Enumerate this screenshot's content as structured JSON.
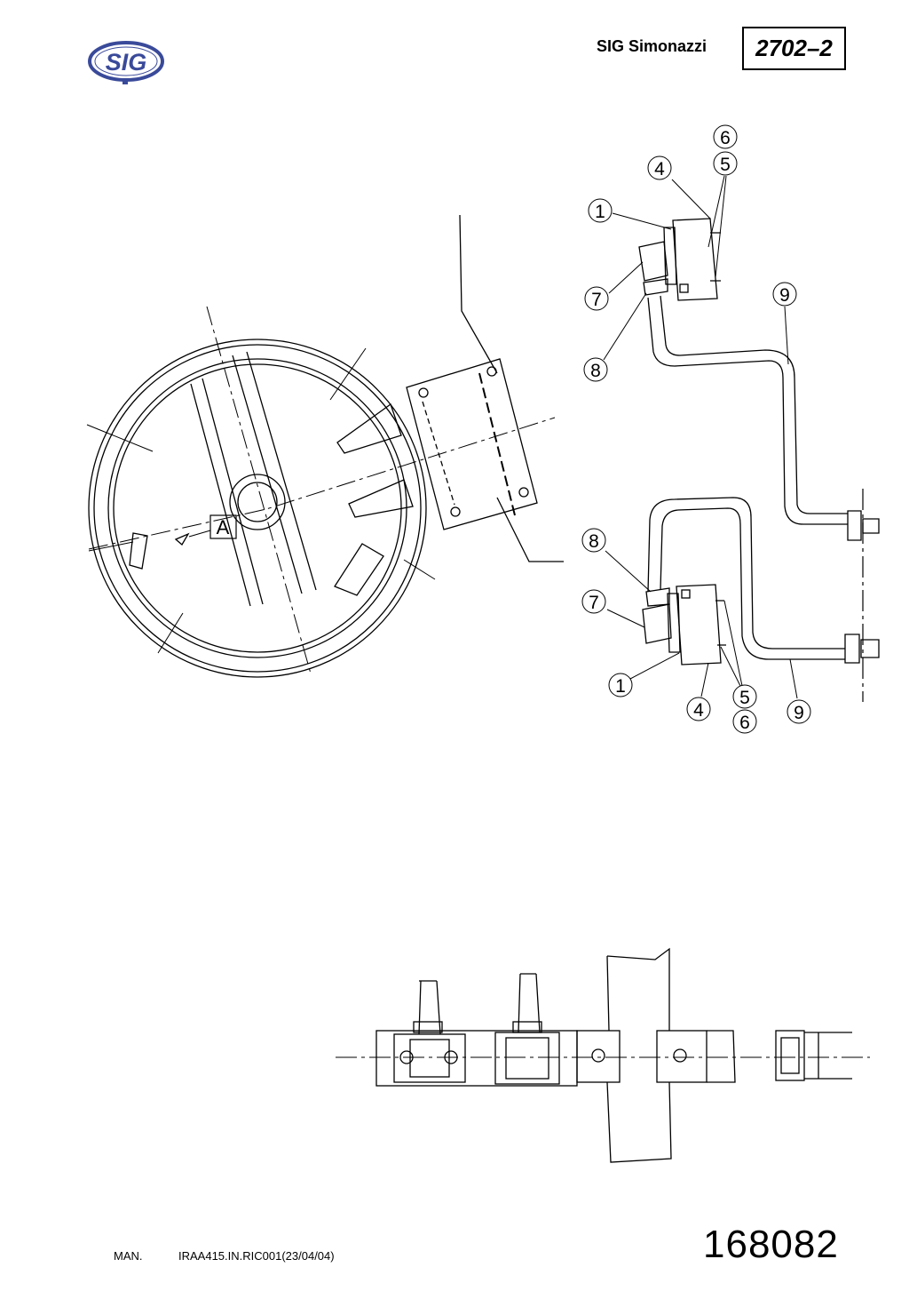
{
  "header": {
    "logo_text": "SIG",
    "brand": "SIG Simonazzi",
    "doc_number": "2702–2"
  },
  "drawing": {
    "view_label": "A",
    "callouts": [
      "6",
      "5",
      "4",
      "1",
      "7",
      "9",
      "8",
      "8",
      "7",
      "1",
      "5",
      "4",
      "9",
      "6"
    ]
  },
  "footer": {
    "man_label": "MAN.",
    "reference": "IRAA415.IN.RIC001(23/04/04)",
    "page_number": "168082"
  },
  "colors": {
    "logo_blue": "#3a4a9a",
    "ink": "#000000"
  }
}
